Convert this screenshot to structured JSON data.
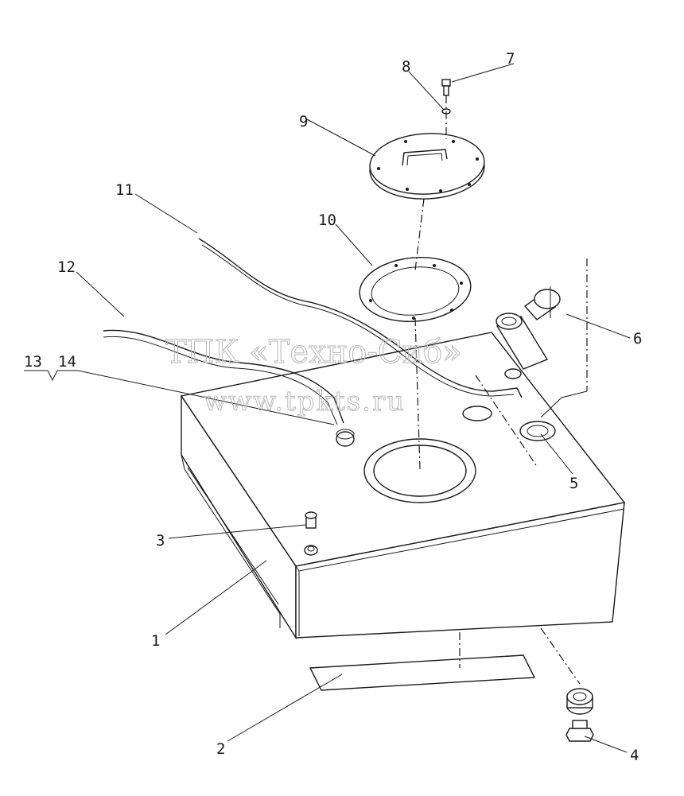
{
  "labels": {
    "p1": "1",
    "p2": "2",
    "p3": "3",
    "p4": "4",
    "p5": "5",
    "p6": "6",
    "p7": "7",
    "p8": "8",
    "p9": "9",
    "p10": "10",
    "p11": "11",
    "p12": "12",
    "p13": "13",
    "p14": "14"
  },
  "watermark": {
    "line1": "ТПК «Техно-Сиб»",
    "line2": "www.tpkts.ru"
  }
}
